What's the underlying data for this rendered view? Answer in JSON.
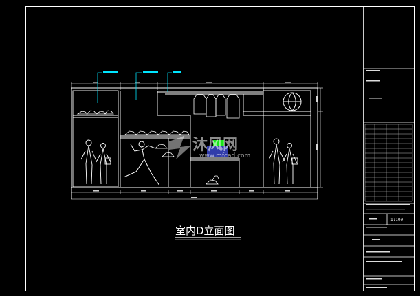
{
  "drawing": {
    "title": "室内D立面图",
    "scale": "1:100",
    "watermark_brand": "沐风网",
    "watermark_url": "www.mfcad.com"
  },
  "colors": {
    "background": "#000000",
    "line": "#ffffff",
    "annotation": "#00e5ff",
    "hatch_blue": "#3a46c8",
    "accent_green": "#19e619"
  }
}
